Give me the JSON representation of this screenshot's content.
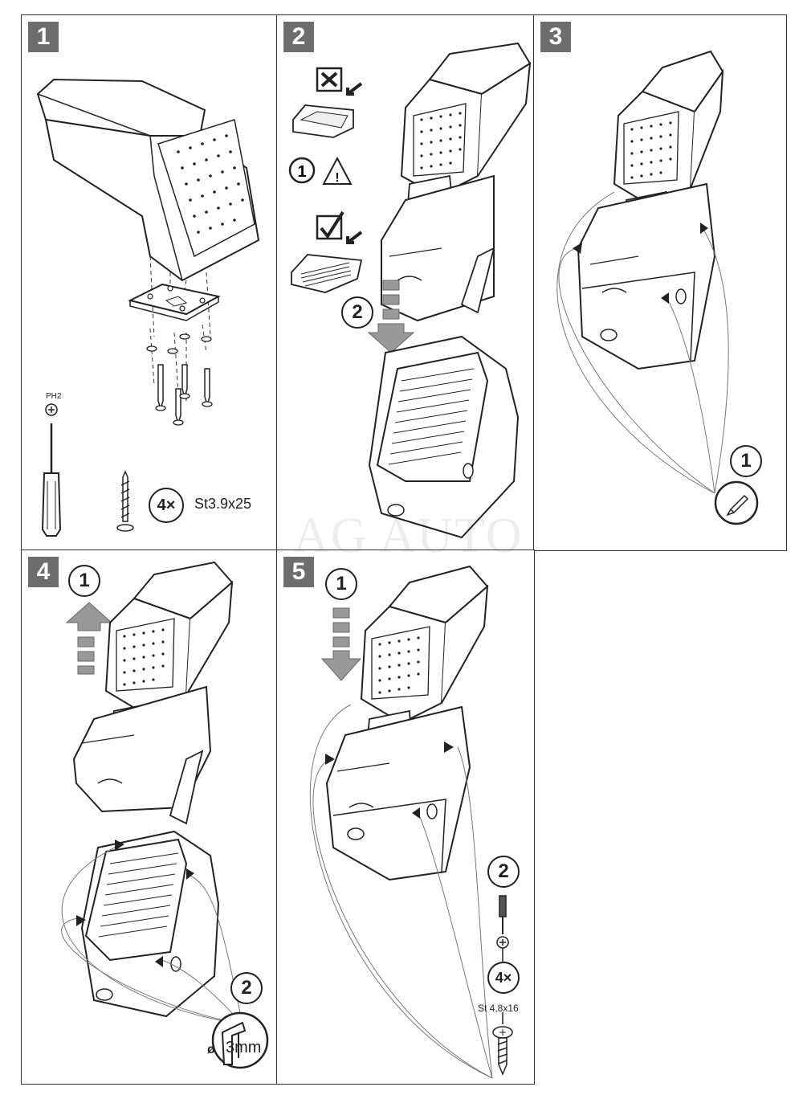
{
  "steps": [
    {
      "number": "1",
      "tool_label": "PH2",
      "qty": "4×",
      "screw_spec": "St3.9x25"
    },
    {
      "number": "2",
      "sub1": "1",
      "sub2": "2"
    },
    {
      "number": "3",
      "sub1": "1"
    },
    {
      "number": "4",
      "sub1": "1",
      "sub2": "2",
      "drill": "3mm",
      "drill_prefix": "ø"
    },
    {
      "number": "5",
      "sub1": "1",
      "sub2": "2",
      "qty": "4×",
      "screw_spec": "St 4,8x16"
    }
  ],
  "watermark": "AG AUTO"
}
